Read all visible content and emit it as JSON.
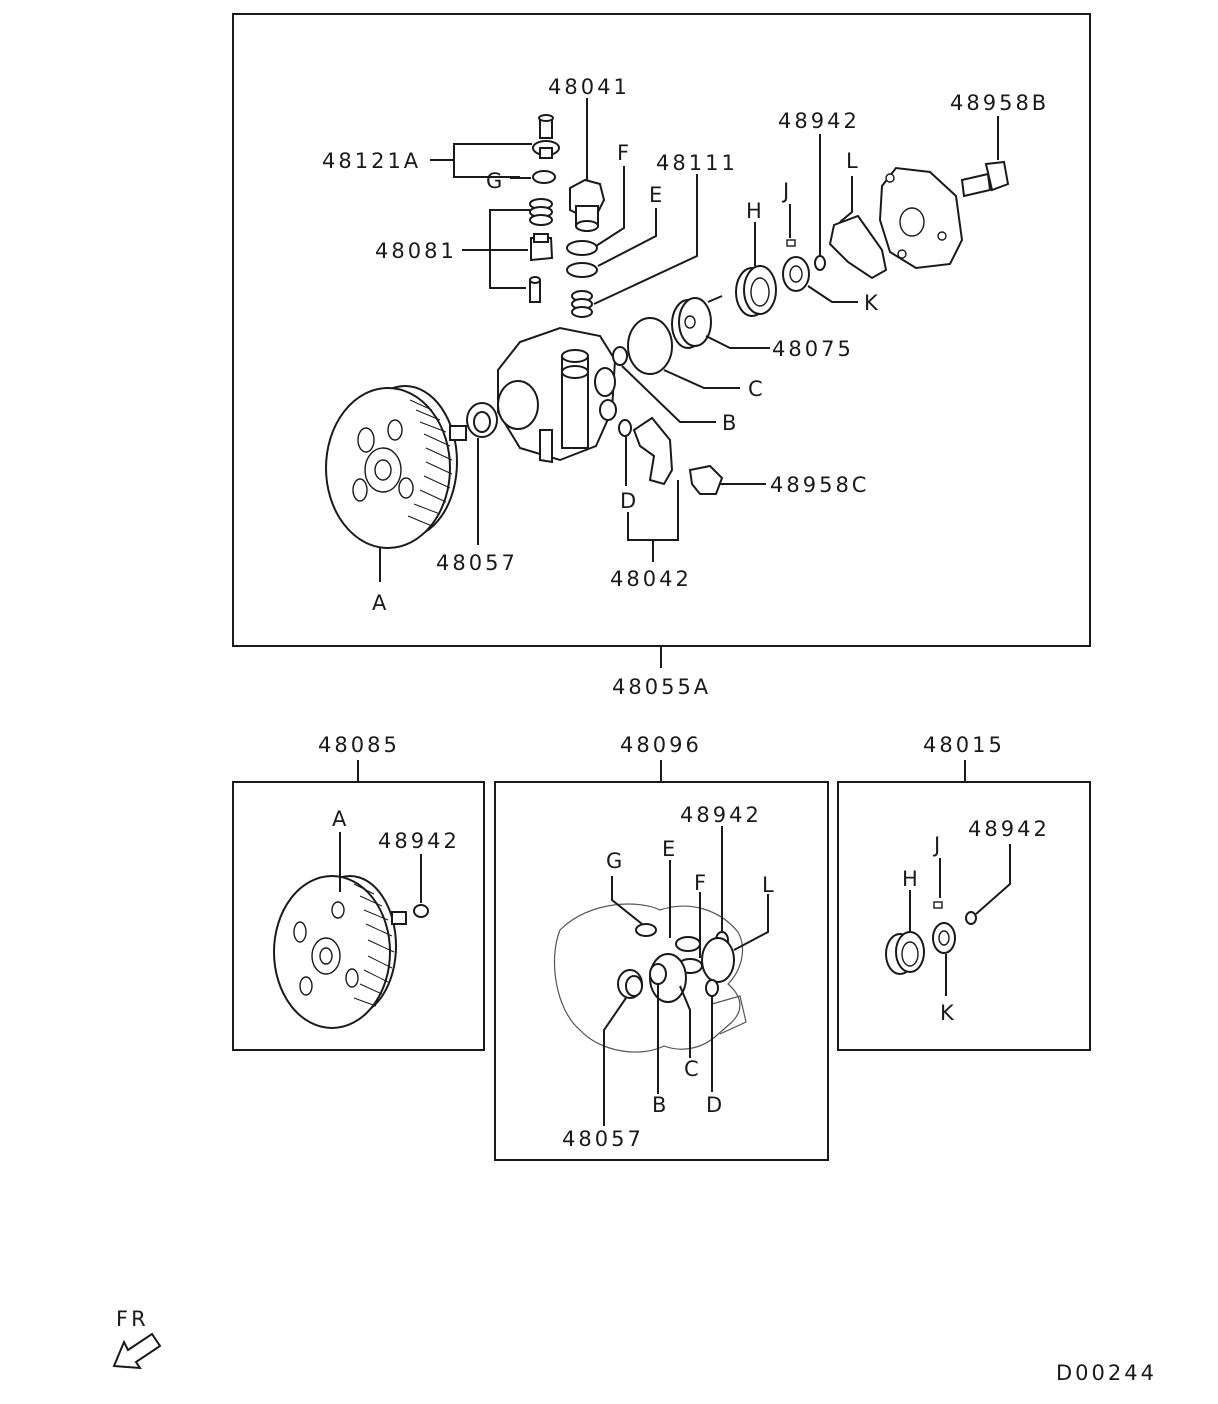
{
  "main_assembly": {
    "assembly_label": "48055A",
    "callouts": {
      "c48041": "48041",
      "c48121A": "48121A",
      "cG": "G",
      "cF": "F",
      "c48111": "48111",
      "cE": "E",
      "c48081": "48081",
      "c48942": "48942",
      "cL": "L",
      "c48958B": "48958B",
      "cJ": "J",
      "cH": "H",
      "cK": "K",
      "c48075": "48075",
      "cC": "C",
      "cB": "B",
      "c48958C": "48958C",
      "cD": "D",
      "c48042": "48042",
      "c48057": "48057",
      "cA": "A"
    }
  },
  "kits": [
    {
      "kit_label": "48085",
      "callouts": {
        "cA": "A",
        "c48942": "48942"
      }
    },
    {
      "kit_label": "48096",
      "callouts": {
        "c48942": "48942",
        "cG": "G",
        "cE": "E",
        "cF": "F",
        "cL": "L",
        "cC": "C",
        "cB": "B",
        "cD": "D",
        "c48057": "48057"
      }
    },
    {
      "kit_label": "48015",
      "callouts": {
        "cJ": "J",
        "c48942": "48942",
        "cH": "H",
        "cK": "K"
      }
    }
  ],
  "orientation": {
    "label": "FR",
    "icon": "front-arrow-icon"
  },
  "drawing_code": "D00244"
}
